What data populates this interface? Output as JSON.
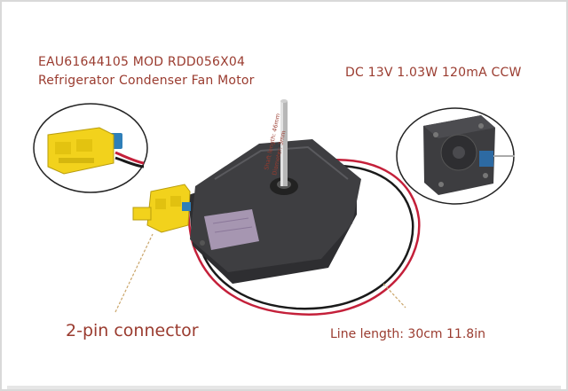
{
  "product": {
    "part_line": "EAU61644105 MOD RDD056X04",
    "name_line": "Refrigerator Condenser Fan Motor",
    "specs": "DC 13V 1.03W 120mA CCW"
  },
  "annotations": {
    "connector": "2-pin connector",
    "line_length": "Line length: 30cm 11.8in",
    "shaft_length": "Shaft length: 46mm",
    "shaft_diameter": "Diameter: 3mm"
  },
  "colors": {
    "label_text": "#9a3b2f",
    "motor_body": "#3b3b3d",
    "connector": "#f2d21c",
    "wire_red": "#c4203a",
    "wire_black": "#1a1a1a",
    "sticker": "#b9a6c6"
  }
}
